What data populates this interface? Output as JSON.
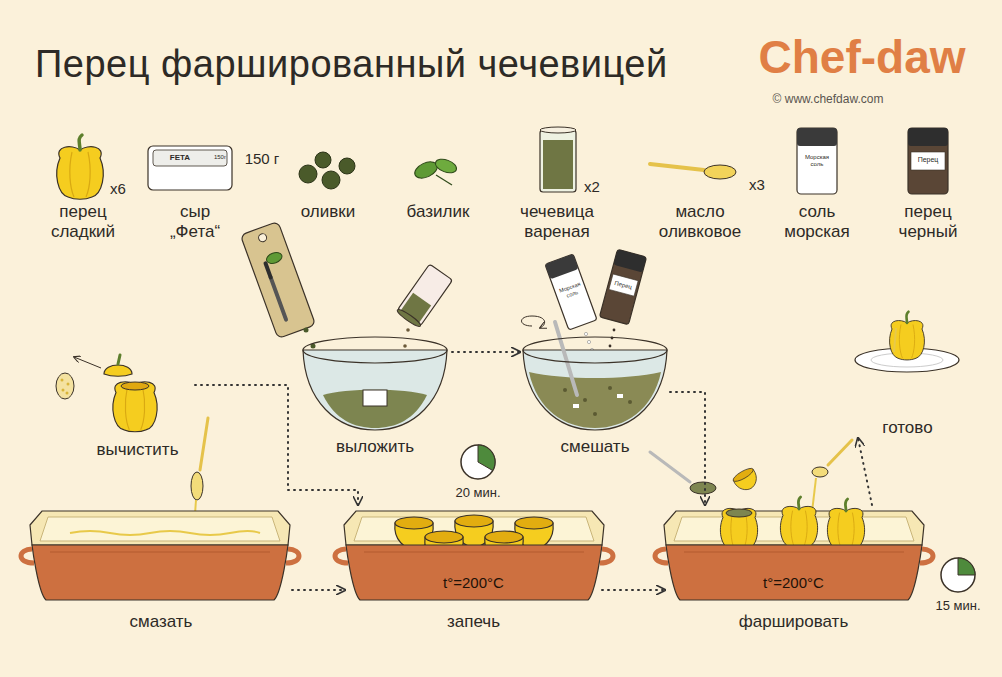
{
  "diagram": {
    "title": "Перец фаршированный чечевицей",
    "nodes": [
      {
        "text": [
          "вычистить"
        ]
      },
      {
        "text": [
          "выложить"
        ]
      },
      {
        "text": [
          "смешать"
        ]
      },
      {
        "text": [
          "готово"
        ]
      },
      {
        "text": [
          "смазать"
        ]
      },
      {
        "text": [
          "t°=200°C",
          "запечь"
        ]
      },
      {
        "text": [
          "t°=200°C",
          "фаршировать"
        ]
      }
    ],
    "edges": [
      {
        "from": 0,
        "to": 5,
        "arrow": "to"
      },
      {
        "from": 1,
        "to": 2,
        "arrow": "to"
      },
      {
        "from": 2,
        "to": 6,
        "arrow": "to"
      },
      {
        "from": 4,
        "to": 5,
        "arrow": "to"
      },
      {
        "from": 5,
        "to": 6,
        "arrow": "to"
      },
      {
        "from": 6,
        "to": 3,
        "arrow": "to"
      }
    ],
    "labels": [
      "Chef-daw",
      "© www.chefdaw.com",
      "перец сладкий",
      "x6",
      "сыр „Фета“",
      "150 г",
      "FETA",
      "150г",
      "оливки",
      "базилик",
      "чечевица вареная",
      "x2",
      "масло оливковое",
      "x3",
      "соль морская",
      "Морская соль",
      "перец черный",
      "Перец",
      "Морская соль",
      "Перец",
      "20 мин.",
      "15 мин."
    ]
  }
}
